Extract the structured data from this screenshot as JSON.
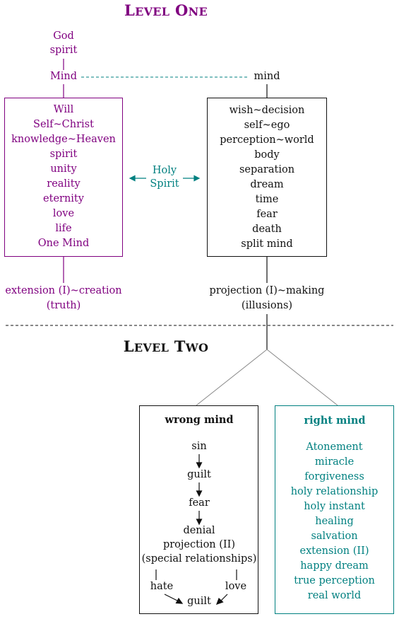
{
  "colors": {
    "purple": "#800080",
    "teal": "#008080",
    "black": "#111111"
  },
  "level_one": {
    "heading": "Level One",
    "top_terms": [
      "God",
      "spirit"
    ],
    "mind_left": "Mind",
    "mind_right": "mind",
    "left_box_items": [
      "Will",
      "Self~Christ",
      "knowledge~Heaven",
      "spirit",
      "unity",
      "reality",
      "eternity",
      "love",
      "life",
      "One Mind"
    ],
    "right_box_items": [
      "wish~decision",
      "self~ego",
      "perception~world",
      "body",
      "separation",
      "dream",
      "time",
      "fear",
      "death",
      "split mind"
    ],
    "holy_spirit": [
      "Holy",
      "Spirit"
    ],
    "left_bottom": [
      "extension (I)~creation",
      "(truth)"
    ],
    "right_bottom": [
      "projection (I)~making",
      "(illusions)"
    ]
  },
  "level_two": {
    "heading": "Level Two",
    "wrong_mind": {
      "title": "wrong mind",
      "sequence": [
        "sin",
        "guilt",
        "fear"
      ],
      "denial": [
        "denial",
        "projection (II)",
        "(special relationships)"
      ],
      "hate": "hate",
      "love": "love",
      "end": "guilt"
    },
    "right_mind": {
      "title": "right mind",
      "items": [
        "Atonement",
        "miracle",
        "forgiveness",
        "holy relationship",
        "holy instant",
        "healing",
        "salvation",
        "extension (II)",
        "happy dream",
        "true perception",
        "real world"
      ]
    }
  }
}
